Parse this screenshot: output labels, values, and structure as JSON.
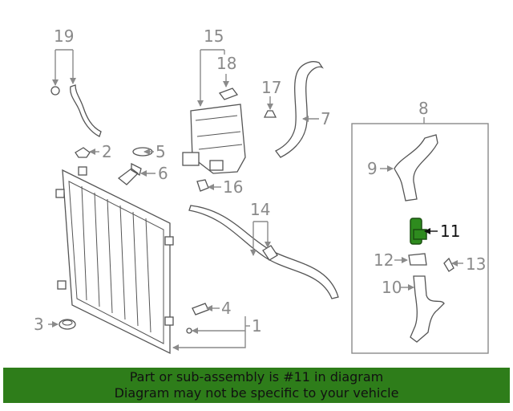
{
  "callouts": {
    "c1": "1",
    "c2": "2",
    "c3": "3",
    "c4": "4",
    "c5": "5",
    "c6": "6",
    "c7": "7",
    "c8": "8",
    "c9": "9",
    "c10": "10",
    "c11": "11",
    "c12": "12",
    "c13": "13",
    "c14": "14",
    "c15": "15",
    "c16": "16",
    "c17": "17",
    "c18": "18",
    "c19": "19"
  },
  "highlight": {
    "part": "11",
    "color": "#2e8b1e"
  },
  "banner": {
    "line1": "Part or sub-assembly is #11 in diagram",
    "line2": "Diagram may not be specific to your vehicle",
    "background": "#2e7d1a"
  }
}
